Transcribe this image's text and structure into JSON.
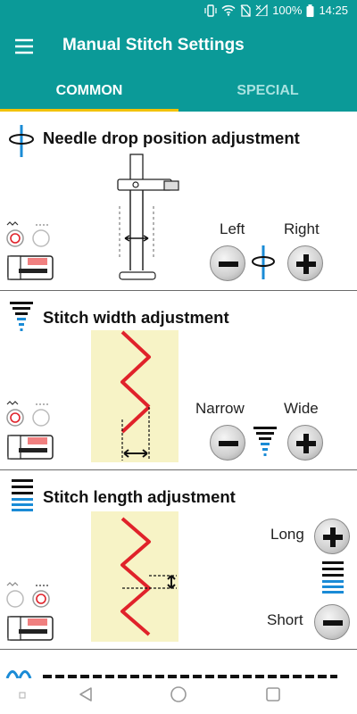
{
  "status": {
    "battery": "100%",
    "time": "14:25"
  },
  "app_bar": {
    "title": "Manual Stitch Settings"
  },
  "tabs": [
    {
      "label": "COMMON"
    },
    {
      "label": "SPECIAL"
    }
  ],
  "sections": {
    "needle": {
      "title": "Needle drop position adjustment",
      "left_label": "Left",
      "right_label": "Right"
    },
    "width": {
      "title": "Stitch width adjustment",
      "left_label": "Narrow",
      "right_label": "Wide"
    },
    "length": {
      "title": "Stitch length adjustment",
      "top_label": "Long",
      "bottom_label": "Short"
    }
  },
  "colors": {
    "accent": "#0b9a98",
    "tab_indicator": "#f2c200",
    "stitch": "#e0222a",
    "needle_blue": "#1a8bd6"
  }
}
